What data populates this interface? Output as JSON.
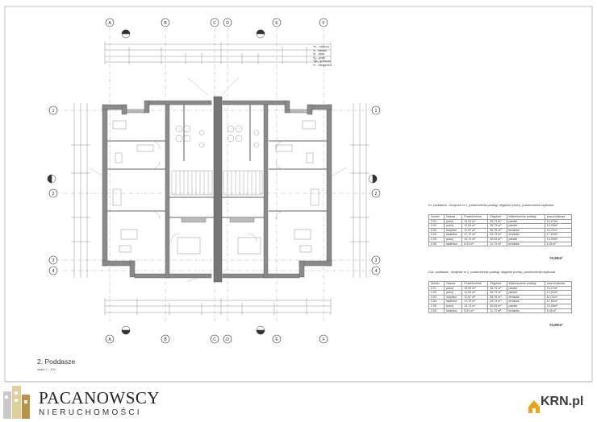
{
  "drawing": {
    "caption": "2. Poddasze",
    "scale": "skala 1 : 100",
    "grid_cols": [
      "A",
      "B",
      "C",
      "D",
      "E",
      "F"
    ],
    "grid_rows": [
      "1",
      "2",
      "3",
      "4"
    ],
    "legend": [
      "*m - miejsca",
      "*k - kafelki",
      "*p - płyta",
      "*g - grafit",
      "*gk - gresowe",
      "*n - nieogrzew."
    ]
  },
  "tables": [
    {
      "title": "21. poddasze - budynek nr 1, powierzchnia podłogi, objętość (netto), powierzchnia użytkowa",
      "headers": [
        "Numer",
        "Nazwa",
        "Powierzchnia",
        "Objętość",
        "Wykończenie podłogi",
        "pow.użytkowa"
      ],
      "rows": [
        [
          "2.01",
          "pokój",
          "13,94 m²",
          "26,73 m³",
          "panele",
          "10,27m²"
        ],
        [
          "2.02",
          "pokój",
          "12,64 m²",
          "26,73 m³",
          "panele",
          "12,03m²"
        ],
        [
          "2.03",
          "korytarz",
          "11,97 m²",
          "26,76 m³",
          "terakota",
          "11,07m²"
        ],
        [
          "2.04",
          "łazienka",
          "17,70 m²",
          "25,73 m³",
          "terakota",
          "17,63m²"
        ],
        [
          "2.05",
          "pokój",
          "13,71 m²",
          "30,93 m³",
          "panele",
          "13,09m²"
        ],
        [
          "2.06",
          "łazienka",
          "5,41 m²",
          "11,73 m³",
          "terakota",
          "5,41m²"
        ]
      ],
      "sum": "70,90m²"
    },
    {
      "title": "21a. poddasze - budynek nr 2, powierzchnia podłogi, objętość (netto), powierzchnia użytkowa",
      "headers": [
        "Numer",
        "Nazwa",
        "Powierzchnia",
        "Objętość",
        "Wykończenie podłogi",
        "pow.użytkowa"
      ],
      "rows": [
        [
          "2.01",
          "pokój",
          "13,94 m²",
          "26,73 m³",
          "panele",
          "10,27m²"
        ],
        [
          "2.02",
          "pokój",
          "12,64 m²",
          "26,73 m³",
          "panele",
          "12,03m²"
        ],
        [
          "2.03",
          "korytarz",
          "11,97 m²",
          "26,76 m³",
          "terakota",
          "11,07m²"
        ],
        [
          "2.04",
          "łazienka",
          "17,70 m²",
          "25,73 m³",
          "terakota",
          "17,63m²"
        ],
        [
          "2.05",
          "pokój",
          "13,71 m²",
          "30,93 m³",
          "panele",
          "13,09m²"
        ],
        [
          "2.06",
          "łazienka",
          "5,41 m²",
          "11,73 m³",
          "terakota",
          "5,41m²"
        ]
      ],
      "sum": "70,90m²"
    }
  ],
  "branding": {
    "agency_main": "PACANOWSCY",
    "agency_sub": "NIERUCHOMOŚCI",
    "portal": "KRN.pl"
  },
  "colors": {
    "wall": "#777777",
    "line": "#6a6a6a",
    "grid_marker": "#2a2a2a"
  }
}
